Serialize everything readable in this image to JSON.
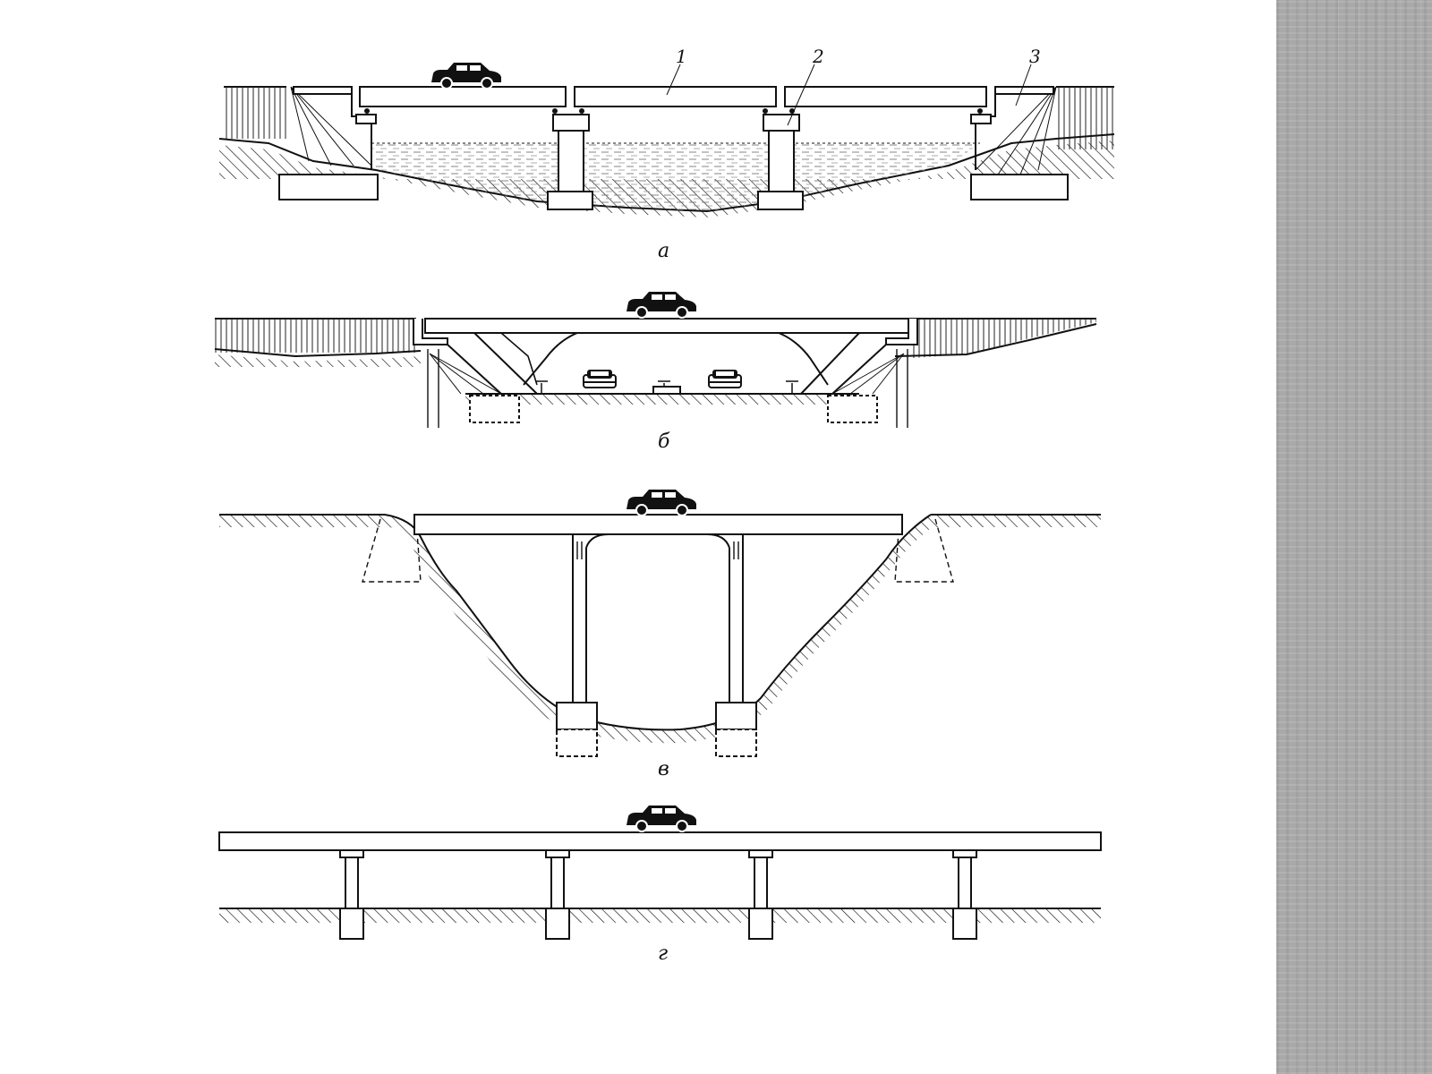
{
  "figure": {
    "panels": [
      {
        "id": "a",
        "label": "а"
      },
      {
        "id": "b",
        "label": "б"
      },
      {
        "id": "c",
        "label": "в"
      },
      {
        "id": "d",
        "label": "г"
      }
    ],
    "callouts": [
      "1",
      "2",
      "3"
    ]
  },
  "colors": {
    "line": "#111111",
    "side_strip": "#a9a9a9",
    "background": "#ffffff"
  }
}
